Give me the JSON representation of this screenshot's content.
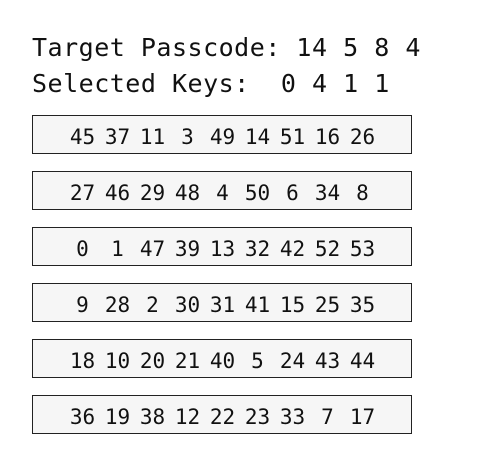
{
  "header": {
    "target_label": "Target Passcode:",
    "target_code": [
      "14",
      "5",
      "8",
      "4"
    ],
    "selected_label": "Selected Keys:",
    "selected_keys": [
      "0",
      "4",
      "1",
      "1"
    ]
  },
  "keypad": {
    "rows": [
      [
        "45",
        "37",
        "11",
        "3",
        "49",
        "14",
        "51",
        "16",
        "26"
      ],
      [
        "27",
        "46",
        "29",
        "48",
        "4",
        "50",
        "6",
        "34",
        "8"
      ],
      [
        "0",
        "1",
        "47",
        "39",
        "13",
        "32",
        "42",
        "52",
        "53"
      ],
      [
        "9",
        "28",
        "2",
        "30",
        "31",
        "41",
        "15",
        "25",
        "35"
      ],
      [
        "18",
        "10",
        "20",
        "21",
        "40",
        "5",
        "24",
        "43",
        "44"
      ],
      [
        "36",
        "19",
        "38",
        "12",
        "22",
        "23",
        "33",
        "7",
        "17"
      ]
    ]
  }
}
